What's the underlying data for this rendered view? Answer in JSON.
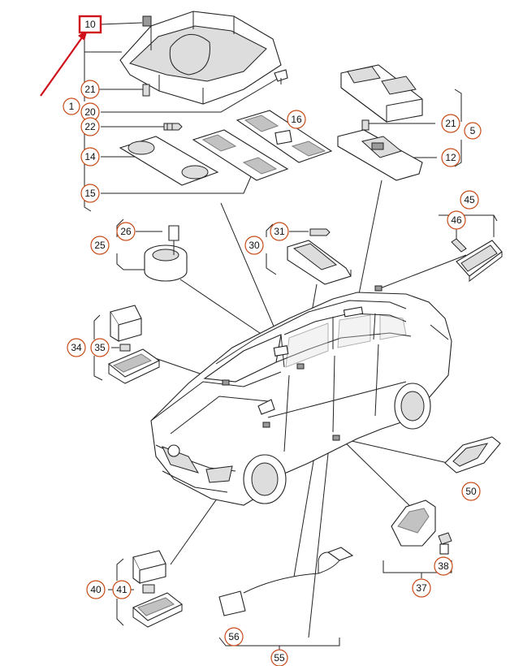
{
  "callouts": {
    "c1": "1",
    "c5": "5",
    "c10": "10",
    "c12": "12",
    "c14": "14",
    "c15": "15",
    "c16": "16",
    "c20": "20",
    "c21a": "21",
    "c21b": "21",
    "c22": "22",
    "c25": "25",
    "c26": "26",
    "c30": "30",
    "c31": "31",
    "c34": "34",
    "c35": "35",
    "c37": "37",
    "c38": "38",
    "c40": "40",
    "c41": "41",
    "c45": "45",
    "c46": "46",
    "c50": "50",
    "c55": "55",
    "c56": "56"
  },
  "colors": {
    "callout_circle": "#c84b16",
    "highlight": "#d0101a",
    "line": "#222222"
  }
}
